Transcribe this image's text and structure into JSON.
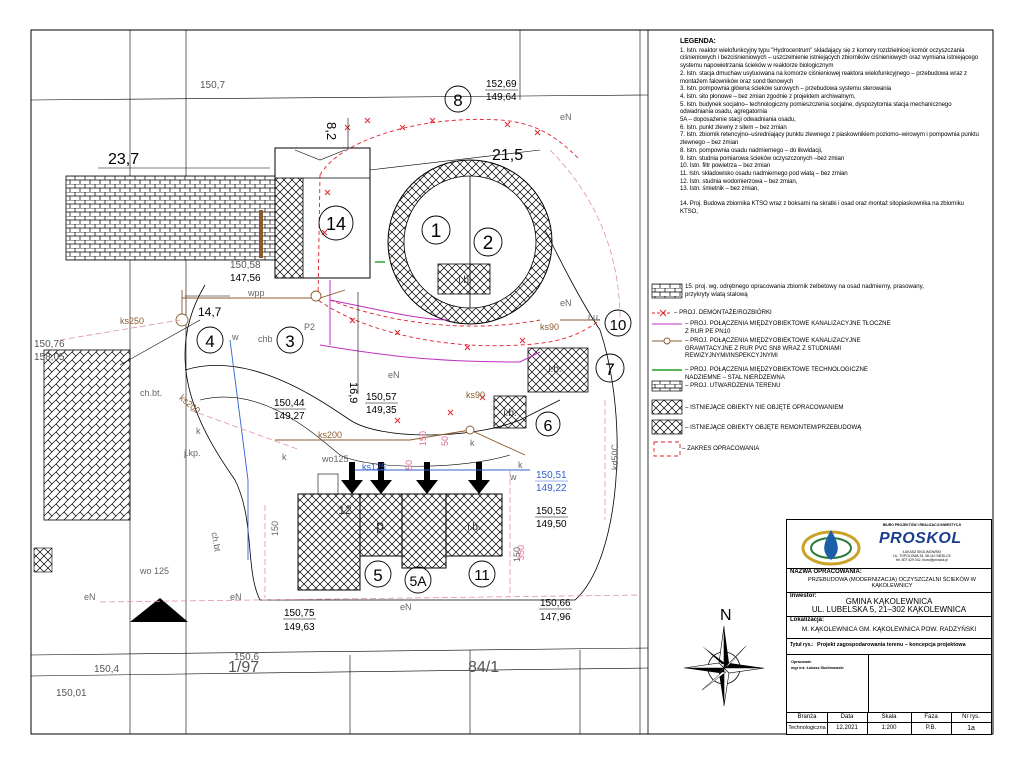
{
  "plan": {
    "dimensions": [
      "23,7",
      "8,2",
      "21,5",
      "14,7",
      "16,9"
    ],
    "elevations": [
      {
        "top": "152,69",
        "bottom": "149,64"
      },
      {
        "top": "150,44",
        "bottom": "149,27"
      },
      {
        "top": "150,57",
        "bottom": "149,35"
      },
      {
        "top": "150,51",
        "bottom": "149,22"
      },
      {
        "top": "150,52",
        "bottom": "149,50"
      },
      {
        "top": "150,75",
        "bottom": "149,63"
      },
      {
        "top": "150,66",
        "bottom": "147,96"
      },
      {
        "top": "147,56",
        "bottom": ""
      }
    ],
    "heights": [
      "150,7",
      "150,4",
      "150,6",
      "150,01",
      "150,58",
      "158,05",
      "150,76"
    ],
    "circle_numbers": [
      "1",
      "2",
      "3",
      "4",
      "5",
      "5A",
      "6",
      "7",
      "8",
      "10",
      "11",
      "14"
    ],
    "pipe_labels": [
      "ks250",
      "ks200",
      "ks200",
      "ks90",
      "ks90",
      "ks125",
      "kd50C",
      "wo 125",
      "wo125",
      "eN",
      "eN",
      "eN",
      "eN",
      "eN",
      "eN",
      "ch.bt",
      "chb",
      "ch.bt.",
      "j.kp.",
      "r.u.",
      "wpp",
      "k",
      "k",
      "k",
      "k",
      "w",
      "w",
      "150",
      "P2",
      "150"
    ],
    "object_labels": [
      "i.b.",
      "i.b.",
      "i.b.",
      "i.b.",
      "p",
      "12"
    ],
    "parcel_numbers": [
      "84/1",
      "1/97"
    ],
    "pipe_sizes": [
      "50",
      "150",
      "50",
      "350"
    ]
  },
  "legend": {
    "title": "LEGENDA:",
    "items": [
      "1. Istn. reaktor wielofunkcyjny typu \"Hydrocentrum\" składający się z komory rozdzielnicej komór oczyszczania ciśnieniowych i bezciśnieniowych – uszczelnienie istniejących zbiorników ciśnieniowych oraz wymiana istniejącego systemu napowietrzania ścieków w reaktorze biologicznym",
      "2. Istn. stacja dmuchaw usytuowana na komorze ciśnieniowej reaktora wielofunkcyjnego – przebudowa wraz z montażem falowników oraz sond tlenowych",
      "3. Istn. pompownia główna ścieków surowych – przebudowa systemu sterowania",
      "4. Istn. sito płonowe – bez zmian zgodnie z projektem archiwalnym,",
      "5. Istn. budynek socjalno– technologiczny pomieszczenia socjalne, dyspozytornia stacja mechanicznego odwadniania osadu, agregatornia",
      "5A – doposażenie stacji odwadniania osadu,",
      "6. Istn. punkt zlewny z sitem – bez zmian",
      "7. Istn. zbiornik retencyjno–uśredniający punktu zlewnego z piaskownikiem poziomo–wirowym i pompownia punktu zlewnego – bez zmian",
      "8. Istn. pompownia osadu nadmiernego – do likwidacji,",
      "9. Istn. studnia pomiarowa ścieków oczyszczonych –bez zmian",
      "10. Istn. filtr powietrza – bez zmian",
      "11. Istn. składowisko osadu nadmiernego pod wiatą – bez zmian",
      "12. Istn. studnia wodomierzowa – bez zmian,",
      "13. Istn. śmietnik – bez zmian,"
    ],
    "item14": "14. Proj. Budowa zbiornika KTSO wraz z boksami na skratki i osad oraz montaż sitopiaskownika na zbiorniku KTSO,",
    "item15": "15. proj. wg. odrębnego opracowania zbiornik żelbetowy na osad nadmierny, prasowany, przykryty wiatą stalową",
    "symbols": [
      {
        "text": "– PROJ. DEMONTAŻE/ROZBIÓRKI",
        "color": "#e0202a"
      },
      {
        "text": "– PROJ. POŁĄCZENIA MIĘDZYOBIEKTOWE KANALIZACYJNE TŁOCZNE Z RUR PE PN10",
        "color": "#c030c0"
      },
      {
        "text": "– PROJ. POŁĄCZENIA MIĘDZYOBIEKTOWE KANALIZACYJNE GRAWITACYJNE Z RUR PVC SN8 WRAZ Z STUDNIAMI REWIZYJNYMI/INSPEKCYJNYMI",
        "color": "#8b5a2b"
      },
      {
        "text": "– PROJ. POŁĄCZENIA MIĘDZYOBIEKTOWE TECHNOLOGICZNE NADZIEMNE – STAL NIERDZEWNA",
        "color": "#20a020"
      },
      {
        "text": "– PROJ. UTWARDZENIA TERENU",
        "color": "#000000"
      },
      {
        "text": "– ISTNIEJĄCE OBIEKTY NIE OBJĘTE OPRACOWANIEM",
        "color": "#000000"
      },
      {
        "text": "– ISTNIEJĄCE OBIEKTY OBJĘTE REMONTEM/PRZEBUDOWĄ",
        "color": "#000000"
      },
      {
        "text": "– ZAKRES OPRACOWANIA",
        "color": "#e0202a"
      }
    ]
  },
  "titleblock": {
    "company_header": "BIURO PROJEKTÓW I REALIZACJI INWESTYCJI",
    "company": "PROSKOL",
    "company_owner": "ŁUKASZ SKOLIMOWSKI",
    "company_address": "UL. TOPOLOWA 33, 08-110 SIEDLCE",
    "company_contact": "tel. 507 429 042, biuro@proskol.pl",
    "name_label": "NAZWA OPRACOWANIA:",
    "name_value": "PRZEBUDOWA (MODERNIZACJA) OCZYSZCZALNI ŚCIEKÓW W KĄKOLEWNICY",
    "investor_label": "Inwestor:",
    "investor_line1": "GMINA KĄKOLEWNICA",
    "investor_line2": "UL. LUBELSKA 5, 21–302 KĄKOLEWNICA",
    "location_label": "Lokalizacja:",
    "location_value": "M. KĄKOLEWNICA GM. KĄKOLEWNICA POW. RADZYŃSKI",
    "sheet_title_label": "Tytuł rys.:",
    "sheet_title": "Projekt zagospodarowania terenu – koncepcja projektowa",
    "designer_label": "Opracował:",
    "designer_name": "mgr inż. Łukasz Skolimowski",
    "headers": [
      "Branża",
      "Data",
      "Skala",
      "Faza",
      "Nr rys."
    ],
    "values": [
      "Technologiczna",
      "12.2021",
      "1:200",
      "P.B.",
      "1a"
    ]
  },
  "north_label": "N",
  "colors": {
    "demolition": "#e0202a",
    "pressure_pipe": "#c030c0",
    "gravity_pipe": "#8b5a2b",
    "steel_pipe": "#20a020",
    "water_pipe": "#3060d0",
    "logo_blue": "#1b3f8f"
  }
}
